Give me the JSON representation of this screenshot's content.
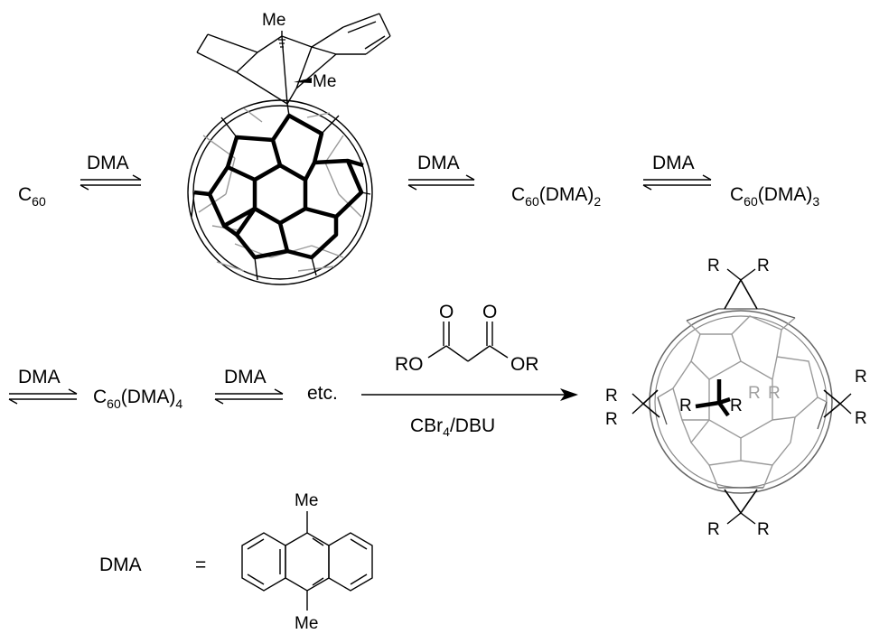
{
  "reactions": {
    "c60": "C",
    "c60_sub": "60",
    "reagent": "DMA",
    "adduct2_parts": [
      "C",
      "60",
      "(DMA)",
      "2"
    ],
    "adduct3_parts": [
      "C",
      "60",
      "(DMA)",
      "3"
    ],
    "adduct4_parts": [
      "C",
      "60",
      "(DMA)",
      "4"
    ],
    "etc": "etc."
  },
  "malonate": {
    "o_left": "O",
    "o_right": "O",
    "ro_left": "RO",
    "or_right": "OR",
    "conditions_main": "CBr",
    "conditions_sub": "4",
    "conditions_rest": "/DBU"
  },
  "dma_adduct_labels": {
    "me_top": "Me",
    "me_right": "Me"
  },
  "product_labels": {
    "r": "R"
  },
  "definition": {
    "label": "DMA",
    "equals": "=",
    "me_top": "Me",
    "me_bottom": "Me"
  }
}
